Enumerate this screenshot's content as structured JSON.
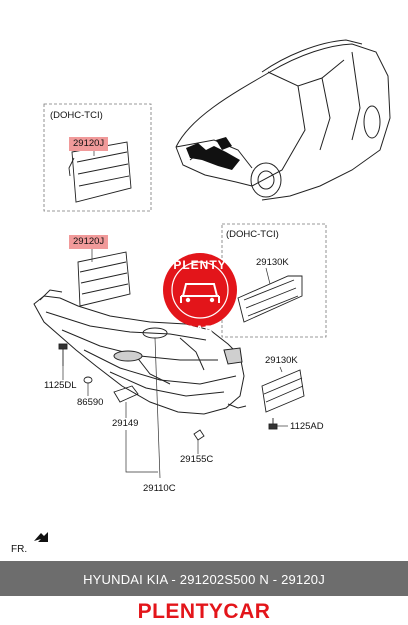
{
  "labels": {
    "box1_title": "(DOHC-TCI)",
    "box2_title": "(DOHC-TCI)",
    "part_29120J_a": "29120J",
    "part_29120J_b": "29120J",
    "part_29130K_a": "29130K",
    "part_29130K_b": "29130K",
    "part_1125DL": "1125DL",
    "part_86590": "86590",
    "part_29149": "29149",
    "part_29155C": "29155C",
    "part_29110C": "29110C",
    "part_1125AD": "1125AD",
    "fr": "FR."
  },
  "highlight_color": "#f19a9a",
  "watermark": {
    "top": "PLENTY",
    "bottom": "CAR",
    "color": "#e3151a"
  },
  "caption": {
    "text": "HYUNDAI  KIA - 291202S500     N - 29120J",
    "bar_color": "#6d6d6d"
  },
  "brand": {
    "text": "PLENTYCAR",
    "color": "#e3151a"
  },
  "icons": [
    "car-outline-icon",
    "front-direction-arrow-icon",
    "bolt-icon",
    "clip-icon"
  ]
}
